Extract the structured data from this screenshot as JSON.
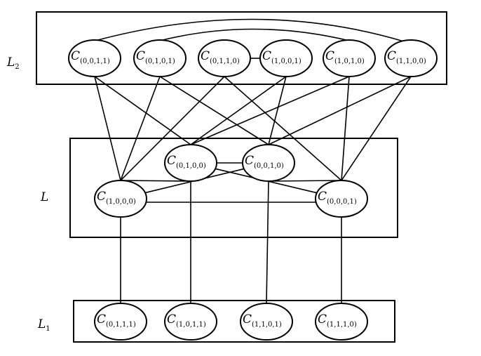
{
  "layers": [
    {
      "id": "L2",
      "label": "L",
      "subscript": "2"
    },
    {
      "id": "L",
      "label": "L",
      "subscript": ""
    },
    {
      "id": "L1",
      "label": "L",
      "subscript": "1"
    }
  ],
  "nodes": [
    {
      "id": "0011",
      "layer": "L2",
      "label": "C",
      "subscript": "(0,0,1,1)"
    },
    {
      "id": "0101",
      "layer": "L2",
      "label": "C",
      "subscript": "(0,1,0,1)"
    },
    {
      "id": "0110",
      "layer": "L2",
      "label": "C",
      "subscript": "(0,1,1,0)"
    },
    {
      "id": "1001",
      "layer": "L2",
      "label": "C",
      "subscript": "(1,0,0,1)"
    },
    {
      "id": "1010",
      "layer": "L2",
      "label": "C",
      "subscript": "(1,0,1,0)"
    },
    {
      "id": "1100",
      "layer": "L2",
      "label": "C",
      "subscript": "(1,1,0,0)"
    },
    {
      "id": "0100",
      "layer": "L",
      "label": "C",
      "subscript": "(0,1,0,0)"
    },
    {
      "id": "0010",
      "layer": "L",
      "label": "C",
      "subscript": "(0,0,1,0)"
    },
    {
      "id": "1000",
      "layer": "L",
      "label": "C",
      "subscript": "(1,0,0,0)"
    },
    {
      "id": "0001",
      "layer": "L",
      "label": "C",
      "subscript": "(0,0,0,1)"
    },
    {
      "id": "0111",
      "layer": "L1",
      "label": "C",
      "subscript": "(0,1,1,1)"
    },
    {
      "id": "1011",
      "layer": "L1",
      "label": "C",
      "subscript": "(1,0,1,1)"
    },
    {
      "id": "1101",
      "layer": "L1",
      "label": "C",
      "subscript": "(1,1,0,1)"
    },
    {
      "id": "1110",
      "layer": "L1",
      "label": "C",
      "subscript": "(1,1,1,0)"
    }
  ],
  "edges": [
    [
      "0011",
      "1100"
    ],
    [
      "0101",
      "1010"
    ],
    [
      "0110",
      "1001"
    ],
    [
      "0011",
      "1000"
    ],
    [
      "0011",
      "0100"
    ],
    [
      "0101",
      "1000"
    ],
    [
      "0101",
      "0010"
    ],
    [
      "0110",
      "1000"
    ],
    [
      "0110",
      "0001"
    ],
    [
      "1001",
      "0100"
    ],
    [
      "1001",
      "0010"
    ],
    [
      "1010",
      "0100"
    ],
    [
      "1010",
      "0001"
    ],
    [
      "1100",
      "0010"
    ],
    [
      "1100",
      "0001"
    ],
    [
      "1000",
      "0100"
    ],
    [
      "0100",
      "0010"
    ],
    [
      "0010",
      "0001"
    ],
    [
      "0100",
      "0001"
    ],
    [
      "0010",
      "1000"
    ],
    [
      "1000",
      "0001"
    ],
    [
      "1000",
      "0111"
    ],
    [
      "0100",
      "1011"
    ],
    [
      "0010",
      "1101"
    ],
    [
      "0001",
      "1110"
    ]
  ]
}
